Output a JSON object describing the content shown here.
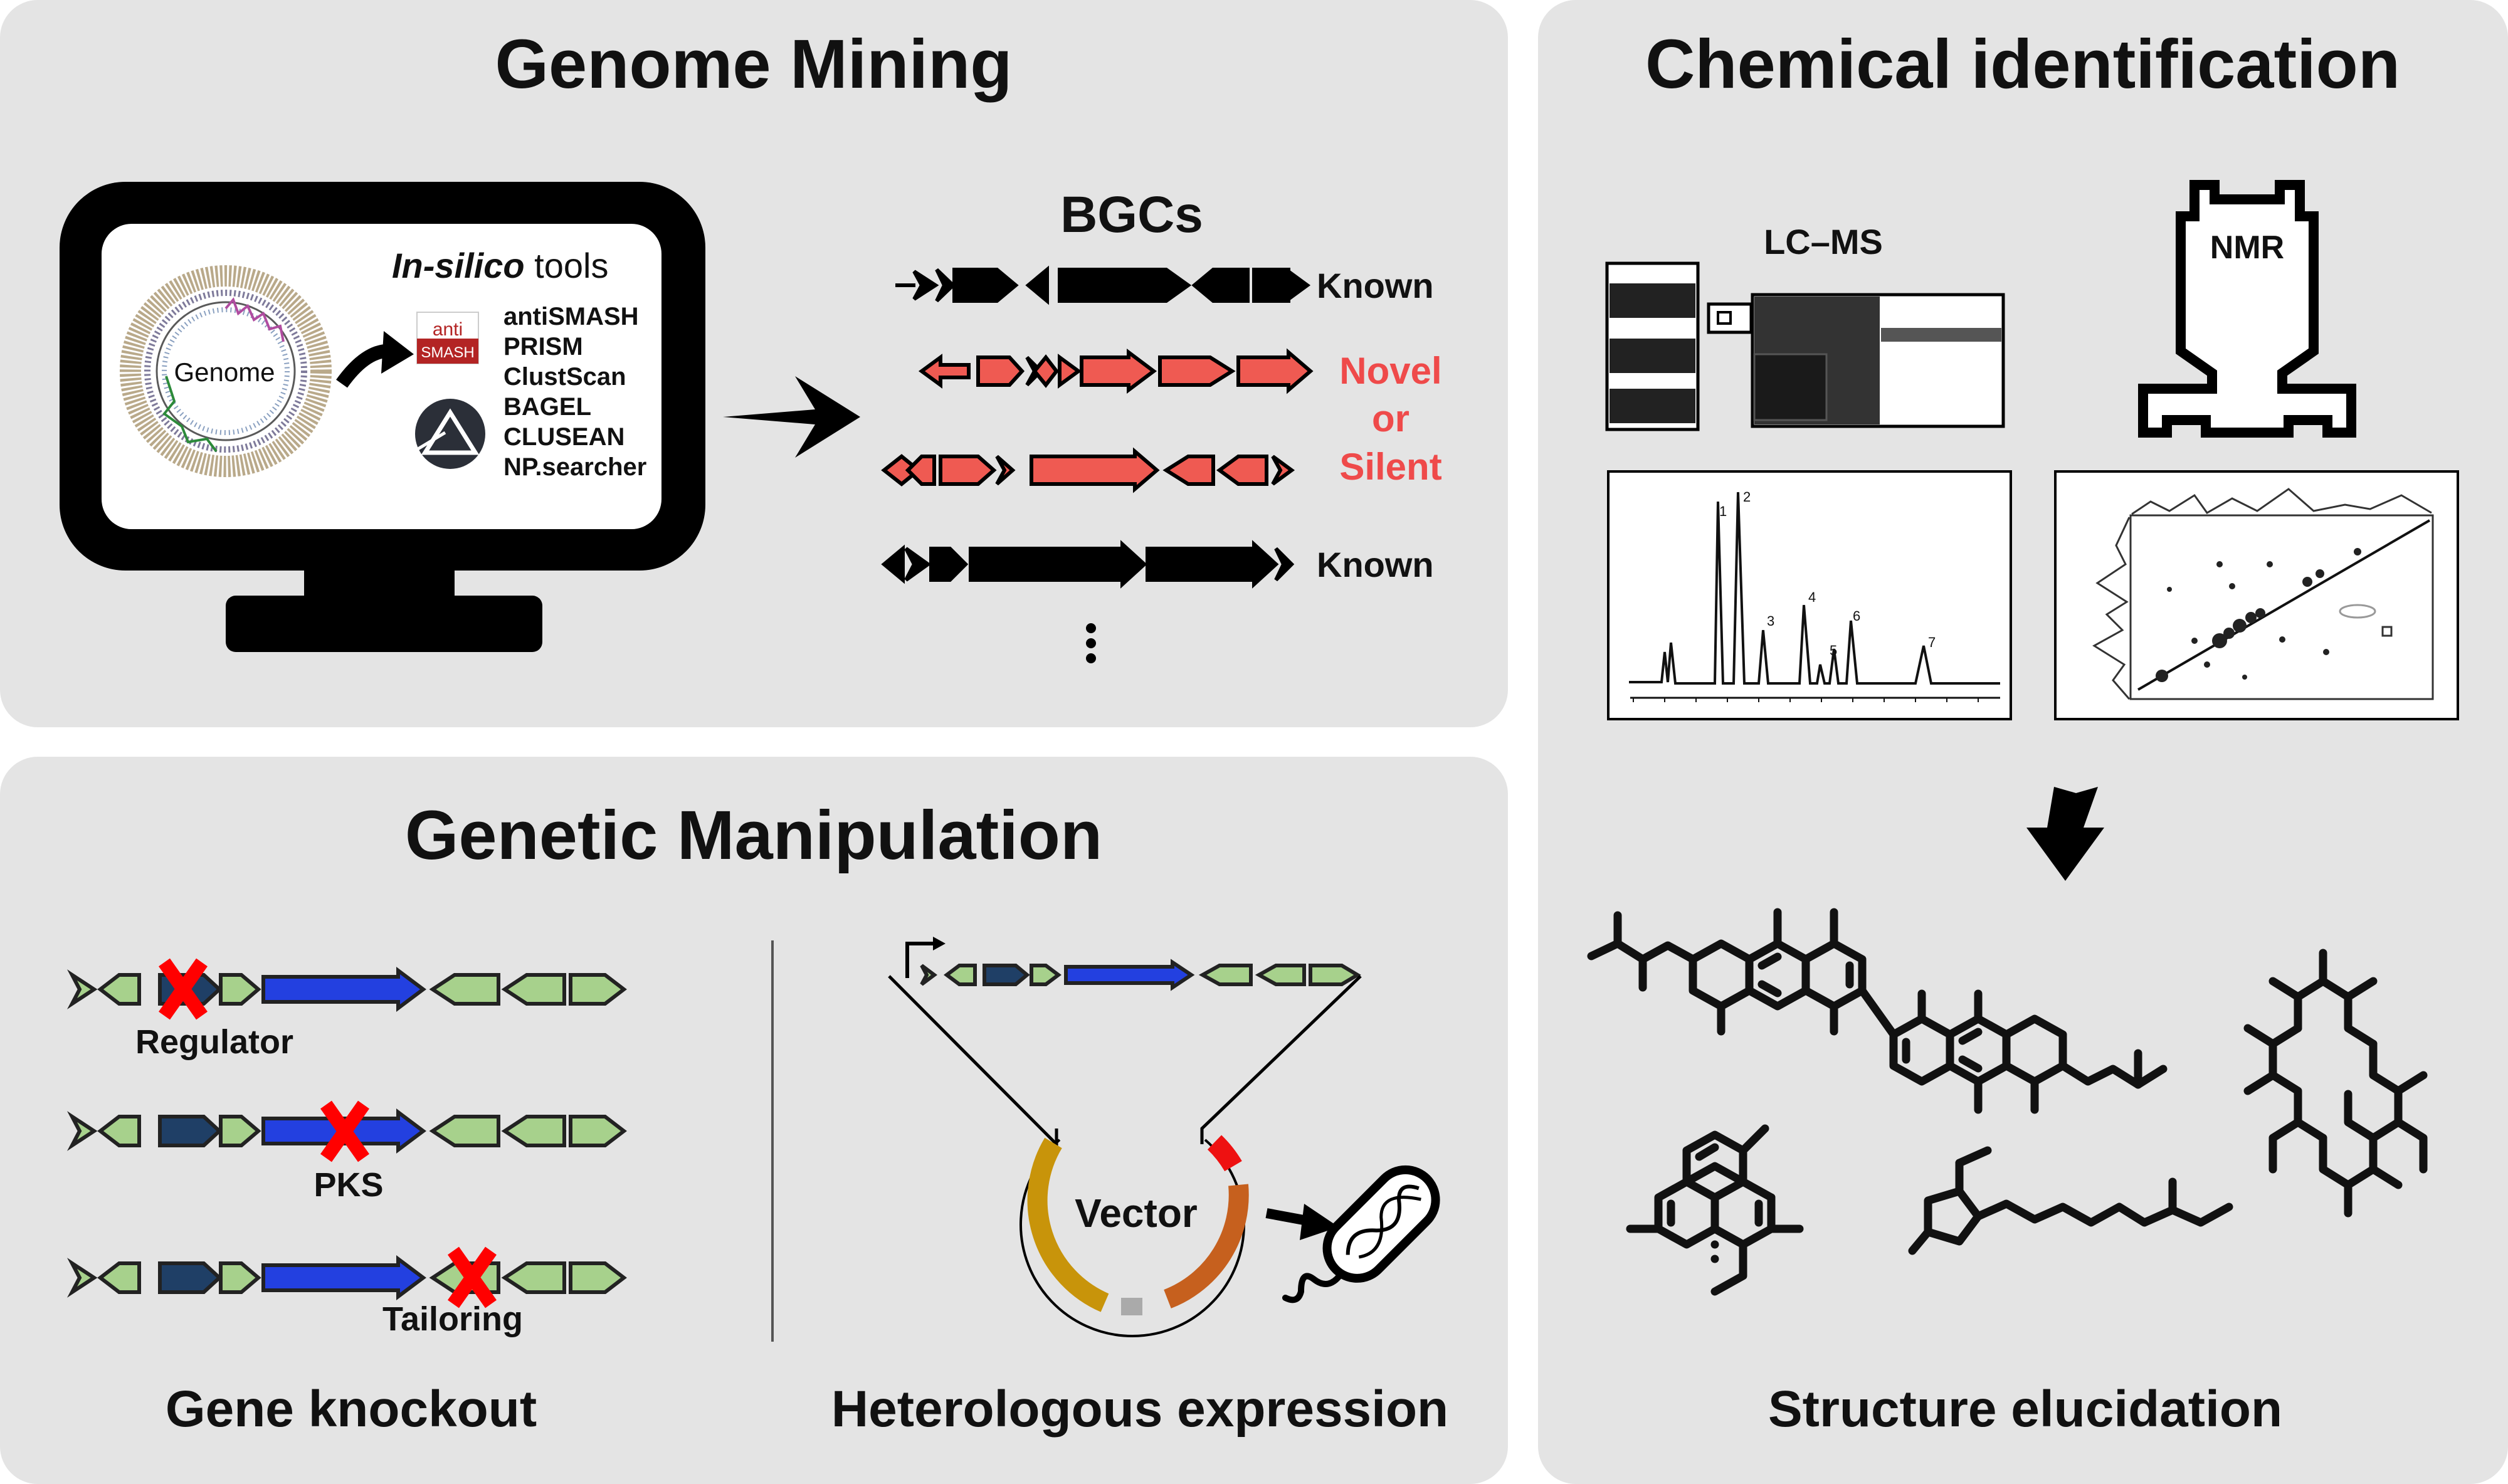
{
  "panels": {
    "genome_mining": {
      "title": "Genome Mining",
      "genome_label": "Genome",
      "tools_heading_italic": "In-silico",
      "tools_heading_rest": " tools",
      "tools": [
        "antiSMASH",
        "PRISM",
        "ClustScan",
        "BAGEL",
        "CLUSEAN",
        "NP.searcher"
      ],
      "logo_text_top": "anti",
      "logo_text_bottom": "SMASH",
      "bgc_heading": "BGCs",
      "bgc_rows": [
        {
          "label": "Known",
          "color": "#000000"
        },
        {
          "label": "Novel",
          "color": "#ef5a52"
        },
        {
          "label": "Silent",
          "color": "#ef5a52"
        },
        {
          "label": "Known",
          "color": "#000000"
        }
      ],
      "novel_joiner": "or"
    },
    "genetic_manipulation": {
      "title": "Genetic Manipulation",
      "knockout_labels": [
        "Regulator",
        "PKS",
        "Tailoring"
      ],
      "knockout_caption": "Gene knockout",
      "vector_label": "Vector",
      "heterologous_caption": "Heterologous expression"
    },
    "chemical_identification": {
      "title": "Chemical identification",
      "lcms_label": "LC–MS",
      "nmr_label": "NMR",
      "peak_labels": [
        "1",
        "2",
        "3",
        "4",
        "5",
        "6",
        "7"
      ],
      "structure_caption": "Structure elucidation"
    }
  },
  "colors": {
    "panel_bg": "#e4e4e4",
    "known_gene": "#000000",
    "novel_gene": "#ef5a52",
    "accessory_gene": "#a7d18c",
    "pks_gene": "#2340e0",
    "regulator_gene": "#1f3f66",
    "knockout_cross": "#ff0000"
  }
}
